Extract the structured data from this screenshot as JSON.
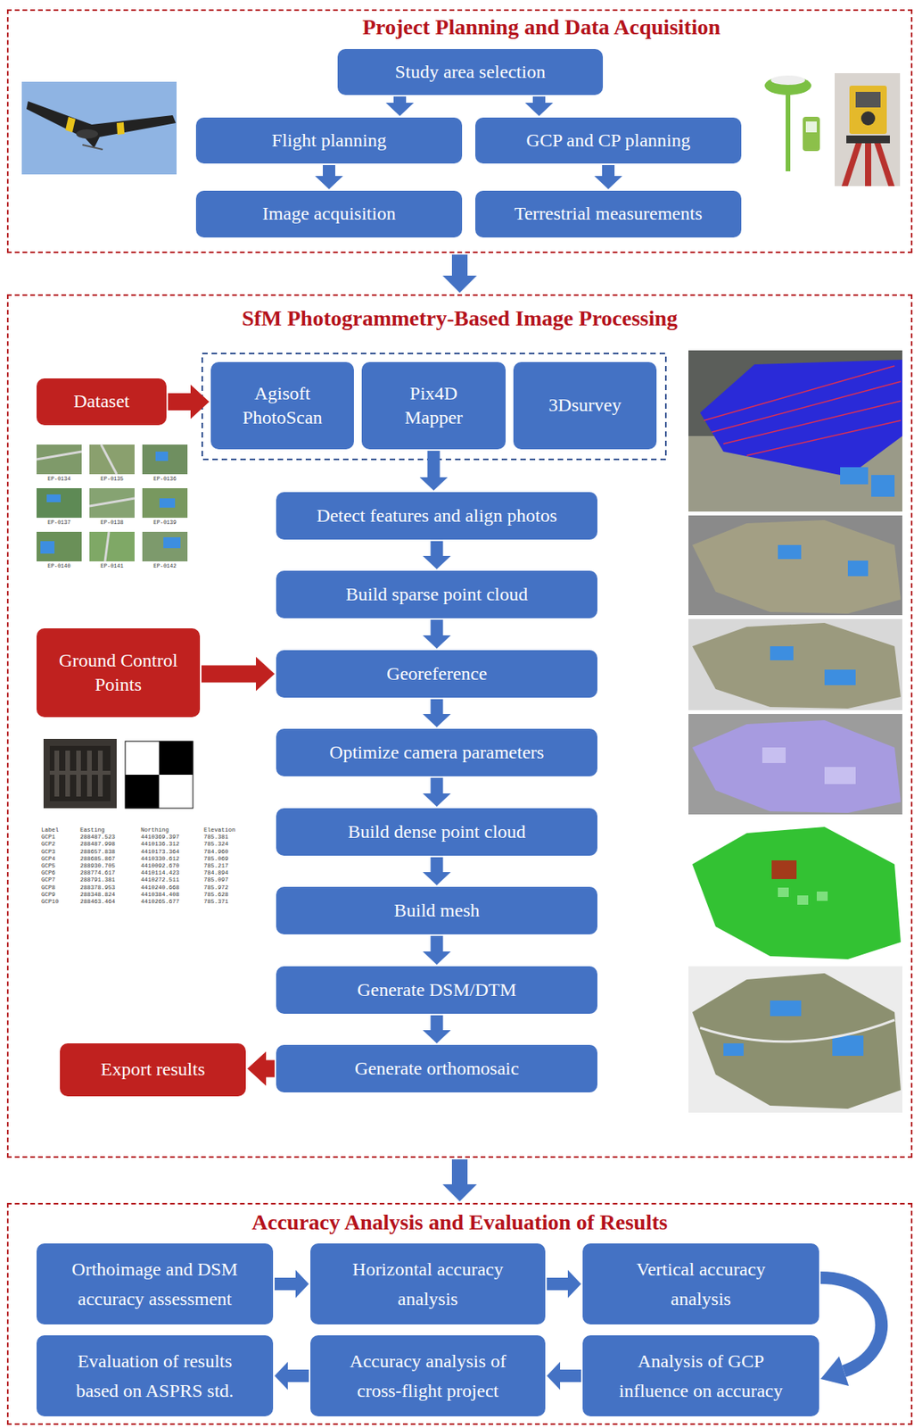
{
  "diagram": {
    "nodes": [
      {
        "text": [
          "Project Planning and Data Acquisition"
        ]
      },
      {
        "text": [
          "Study area selection"
        ],
        "in": 0
      },
      {
        "text": [
          "Flight planning"
        ],
        "in": 0
      },
      {
        "text": [
          "GCP and CP planning"
        ],
        "in": 0
      },
      {
        "text": [
          "Image acquisition"
        ],
        "in": 0
      },
      {
        "text": [
          "Terrestrial measurements"
        ],
        "in": 0
      },
      {
        "text": [
          "SfM Photogrammetry-Based Image Processing"
        ]
      },
      {
        "text": [
          "Dataset"
        ],
        "in": 6
      },
      {
        "text": [
          "Agisoft PhotoScan"
        ],
        "in": 6
      },
      {
        "text": [
          "Pix4D Mapper"
        ],
        "in": 6
      },
      {
        "text": [
          "3Dsurvey"
        ],
        "in": 6
      },
      {
        "text": [
          "Detect features and align photos"
        ],
        "in": 6
      },
      {
        "text": [
          "Build sparse point cloud"
        ],
        "in": 6
      },
      {
        "text": [
          "Ground Control Points"
        ],
        "in": 6
      },
      {
        "text": [
          "Georeference"
        ],
        "in": 6
      },
      {
        "text": [
          "Optimize camera parameters"
        ],
        "in": 6
      },
      {
        "text": [
          "Build dense point cloud"
        ],
        "in": 6
      },
      {
        "text": [
          "Build mesh"
        ],
        "in": 6
      },
      {
        "text": [
          "Generate DSM/DTM"
        ],
        "in": 6
      },
      {
        "text": [
          "Export results"
        ],
        "in": 6
      },
      {
        "text": [
          "Generate orthomosaic"
        ],
        "in": 6
      },
      {
        "text": [
          "Accuracy Analysis and Evaluation of Results"
        ]
      },
      {
        "text": [
          "Orthoimage and DSM accuracy assessment"
        ],
        "in": 21
      },
      {
        "text": [
          "Horizontal accuracy analysis"
        ],
        "in": 21
      },
      {
        "text": [
          "Vertical accuracy analysis"
        ],
        "in": 21
      },
      {
        "text": [
          "Evaluation of results based on ASPRS std."
        ],
        "in": 21
      },
      {
        "text": [
          "Accuracy analysis of cross-flight project"
        ],
        "in": 21
      },
      {
        "text": [
          "Analysis of GCP influence on accuracy"
        ],
        "in": 21
      }
    ],
    "edges": [
      {
        "from": 1,
        "to": 2,
        "arrow": "to"
      },
      {
        "from": 1,
        "to": 3,
        "arrow": "to"
      },
      {
        "from": 2,
        "to": 4,
        "arrow": "to"
      },
      {
        "from": 3,
        "to": 5,
        "arrow": "to"
      },
      {
        "from": 0,
        "to": 6,
        "arrow": "to"
      },
      {
        "from": 7,
        "to": 8,
        "arrow": "to"
      },
      {
        "from": 9,
        "to": 11,
        "arrow": "to"
      },
      {
        "from": 11,
        "to": 12,
        "arrow": "to"
      },
      {
        "from": 12,
        "to": 14,
        "arrow": "to"
      },
      {
        "from": 13,
        "to": 14,
        "arrow": "to"
      },
      {
        "from": 14,
        "to": 15,
        "arrow": "to"
      },
      {
        "from": 15,
        "to": 16,
        "arrow": "to"
      },
      {
        "from": 16,
        "to": 17,
        "arrow": "to"
      },
      {
        "from": 17,
        "to": 18,
        "arrow": "to"
      },
      {
        "from": 18,
        "to": 20,
        "arrow": "to"
      },
      {
        "from": 20,
        "to": 19,
        "arrow": "to"
      },
      {
        "from": 6,
        "to": 21,
        "arrow": "to"
      },
      {
        "from": 22,
        "to": 23,
        "arrow": "to"
      },
      {
        "from": 23,
        "to": 24,
        "arrow": "to"
      },
      {
        "from": 24,
        "to": 27,
        "arrow": "to"
      },
      {
        "from": 27,
        "to": 26,
        "arrow": "to"
      },
      {
        "from": 26,
        "to": 25,
        "arrow": "to"
      }
    ],
    "labels": [
      "EP-0134",
      "EP-0135",
      "EP-0136",
      "EP-0137",
      "EP-0138",
      "EP-0139",
      "EP-0140",
      "EP-0141",
      "EP-0142",
      "Label",
      "Easting",
      "Northing",
      "Elevation",
      "GCP1",
      "288487.523",
      "4410369.397",
      "785.381",
      "GCP2",
      "288487.998",
      "4410136.312",
      "785.324",
      "GCP3",
      "288657.838",
      "4410173.364",
      "784.960",
      "GCP4",
      "288685.867",
      "4410330.612",
      "785.069",
      "GCP5",
      "288930.705",
      "4410092.670",
      "785.217",
      "GCP6",
      "288774.617",
      "4410114.423",
      "784.894",
      "GCP7",
      "288791.381",
      "4410272.511",
      "785.097",
      "GCP8",
      "288378.953",
      "4410240.668",
      "785.972",
      "GCP9",
      "288348.824",
      "4410384.408",
      "785.628",
      "GCP10",
      "288463.464",
      "4410265.677",
      "785.371"
    ]
  }
}
